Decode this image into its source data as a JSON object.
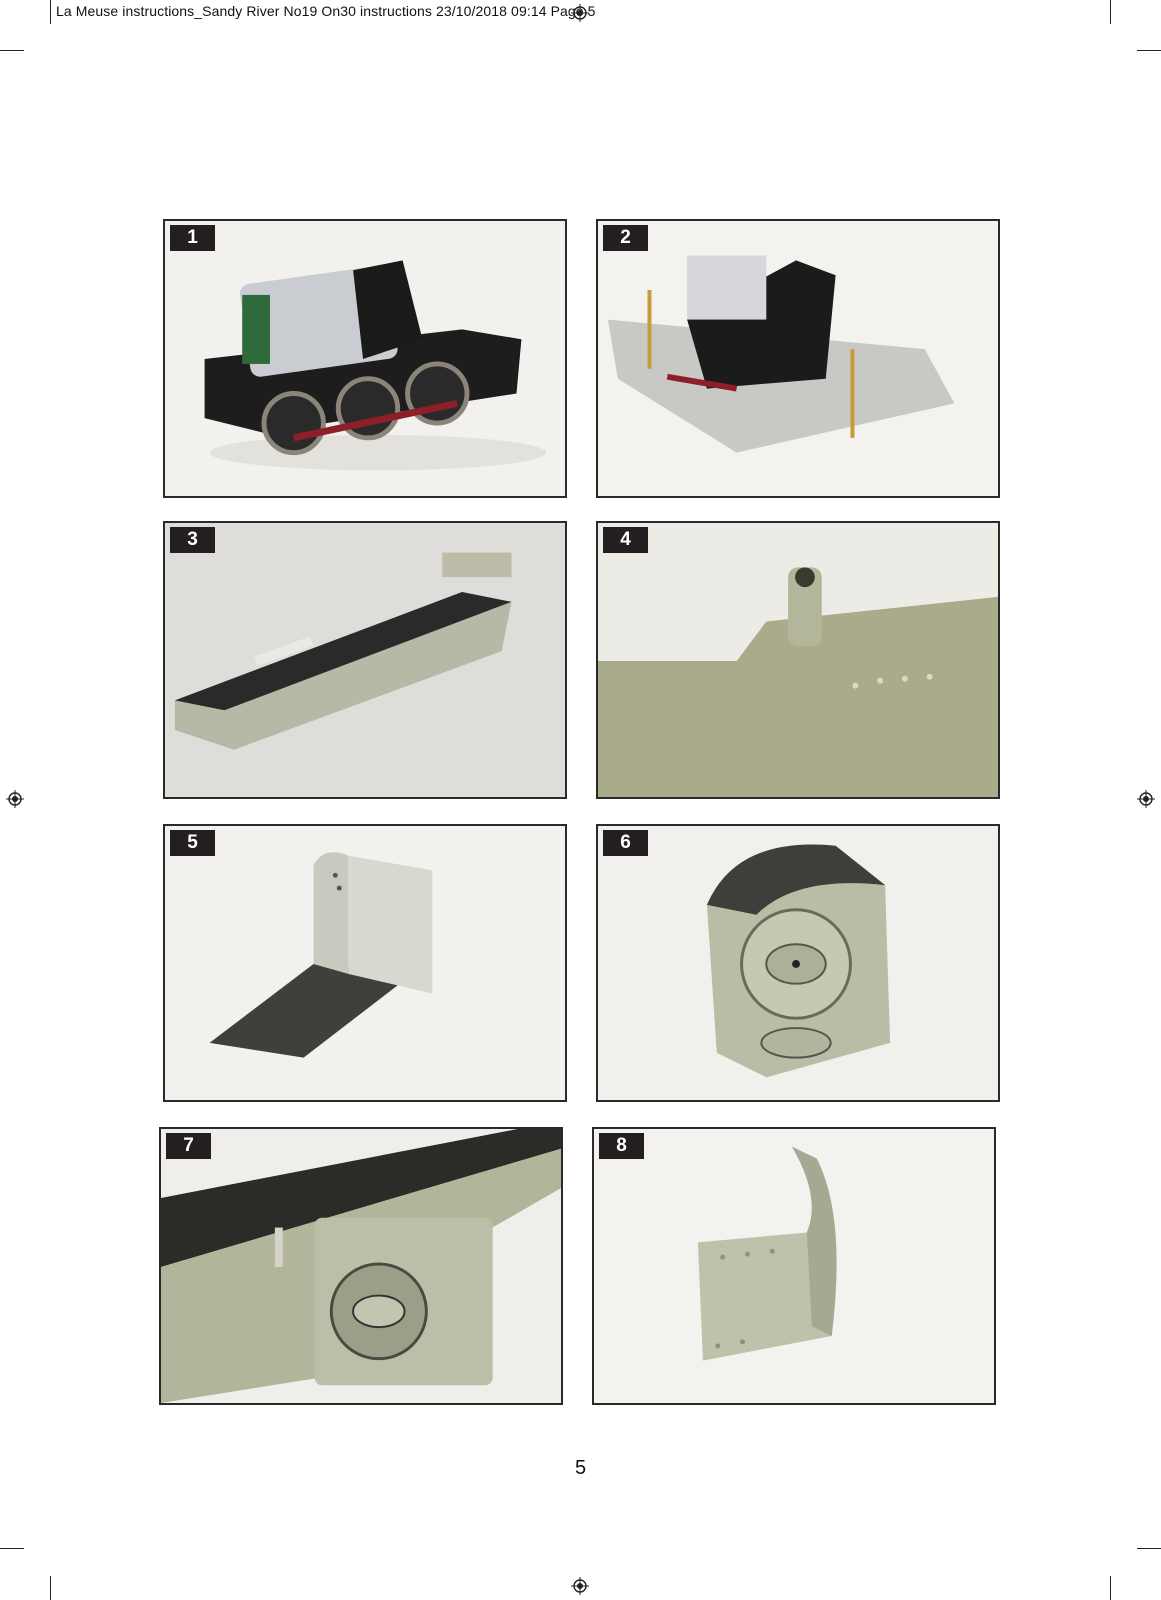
{
  "header": {
    "slug": "La Meuse instructions_Sandy River No19 On30 instructions  23/10/2018  09:14  Page 5"
  },
  "photos": [
    {
      "number": "1"
    },
    {
      "number": "2"
    },
    {
      "number": "3"
    },
    {
      "number": "4"
    },
    {
      "number": "5"
    },
    {
      "number": "6"
    },
    {
      "number": "7"
    },
    {
      "number": "8"
    }
  ],
  "footer": {
    "page_number": "5"
  },
  "colors": {
    "label_bg": "#231f20",
    "frame": "#2a2a2a",
    "metal": "#b9b99e"
  }
}
